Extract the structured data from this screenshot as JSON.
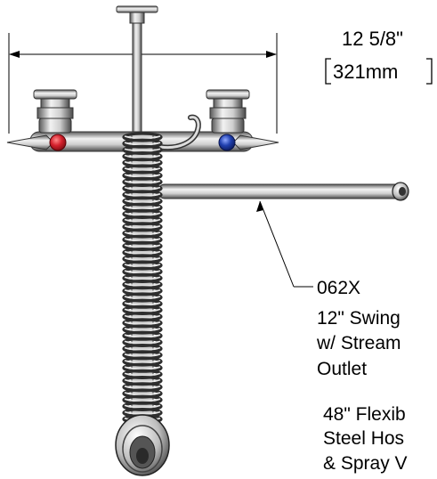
{
  "dimension": {
    "imperial": "12 5/8\"",
    "metric": "321mm"
  },
  "callouts": {
    "swing": {
      "line1": "062X",
      "line2": "12\" Swing",
      "line3": "w/ Stream",
      "line4": "Outlet"
    },
    "hose": {
      "line1": "48\" Flexib",
      "line2": "Steel Hos",
      "line3": "& Spray V"
    }
  },
  "colors": {
    "hot_handle": "#d4202c",
    "cold_handle": "#1f3fae",
    "chrome_dark": "#3a3a3a",
    "chrome_light": "#e4e4e4"
  }
}
